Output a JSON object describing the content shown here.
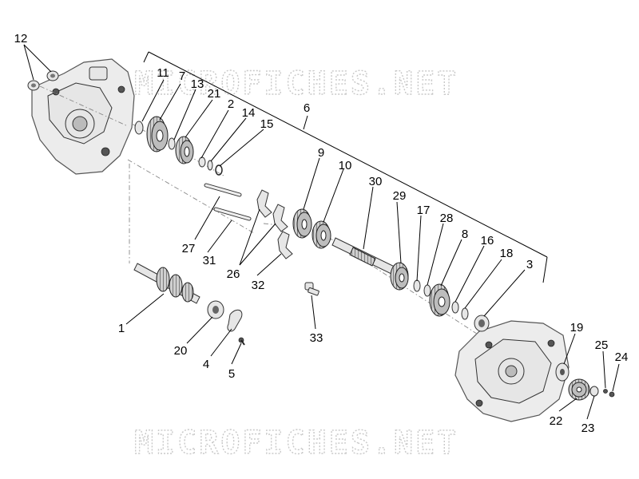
{
  "watermark": "MICROFICHES.NET",
  "callouts": {
    "n1": "1",
    "n2": "2",
    "n3": "3",
    "n4": "4",
    "n5": "5",
    "n6": "6",
    "n7": "7",
    "n8": "8",
    "n9": "9",
    "n10": "10",
    "n11": "11",
    "n12": "12",
    "n13": "13",
    "n14": "14",
    "n15": "15",
    "n16": "16",
    "n17": "17",
    "n18": "18",
    "n19": "19",
    "n20": "20",
    "n21": "21",
    "n22": "22",
    "n23": "23",
    "n24": "24",
    "n25": "25",
    "n26": "26",
    "n27": "27",
    "n28": "28",
    "n29": "29",
    "n30": "30",
    "n31": "31",
    "n32": "32",
    "n33": "33"
  }
}
